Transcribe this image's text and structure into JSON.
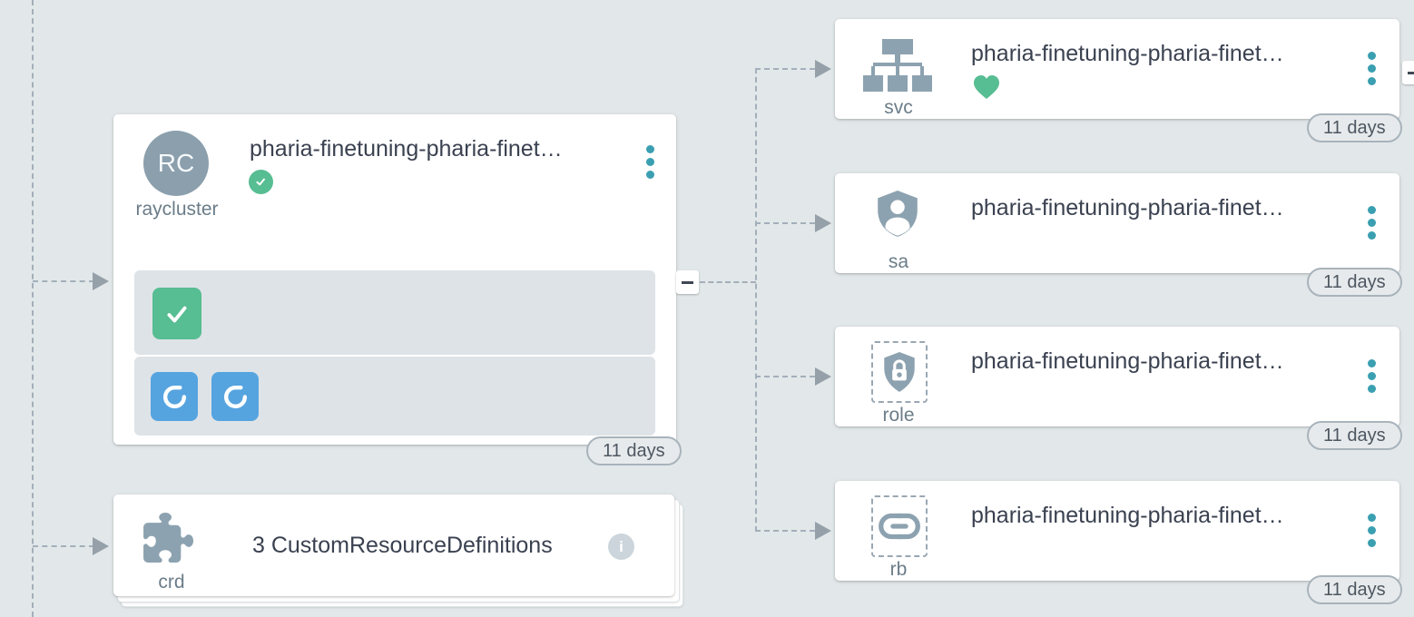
{
  "colors": {
    "background": "#e2e7e9",
    "card": "#ffffff",
    "panel": "#dee3e7",
    "icon_gray": "#8da2b0",
    "label_gray": "#6b7d89",
    "title_text": "#3a4150",
    "menu_teal": "#3a9fb1",
    "green_ok": "#57bd92",
    "blue_action": "#55a4e0",
    "connector_line": "#a3afba",
    "connector_arrow": "#95a0a9",
    "badge_bg": "#e7eaec",
    "badge_border": "#a8b3bb",
    "badge_text": "#4d5761"
  },
  "main_node": {
    "initials": "RC",
    "kind": "raycluster",
    "title": "pharia-finetuning-pharia-finet…",
    "age": "11 days",
    "sync_icon": "check-circle-icon",
    "menu_icon": "vertical-ellipsis-icon",
    "collapse_icon": "minus-icon",
    "pod_ok_icon": "check-square-icon",
    "pod_restart_icon": "rotate-arrow-icon",
    "pod_restart_count": 2
  },
  "crd_node": {
    "kind": "crd",
    "label": "3 CustomResourceDefinitions",
    "kind_icon": "puzzle-piece-icon",
    "info_icon": "info-circle-icon"
  },
  "children": [
    {
      "kind": "svc",
      "title": "pharia-finetuning-pharia-finet…",
      "age": "11 days",
      "health": "healthy",
      "kind_icon": "sitemap-icon",
      "health_icon": "heart-icon",
      "menu_icon": "vertical-ellipsis-icon",
      "collapse_icon": "minus-icon"
    },
    {
      "kind": "sa",
      "title": "pharia-finetuning-pharia-finet…",
      "age": "11 days",
      "kind_icon": "shield-person-icon",
      "menu_icon": "vertical-ellipsis-icon"
    },
    {
      "kind": "role",
      "title": "pharia-finetuning-pharia-finet…",
      "age": "11 days",
      "kind_icon": "shield-lock-icon",
      "menu_icon": "vertical-ellipsis-icon"
    },
    {
      "kind": "rb",
      "title": "pharia-finetuning-pharia-finet…",
      "age": "11 days",
      "kind_icon": "chain-link-icon",
      "menu_icon": "vertical-ellipsis-icon"
    }
  ]
}
